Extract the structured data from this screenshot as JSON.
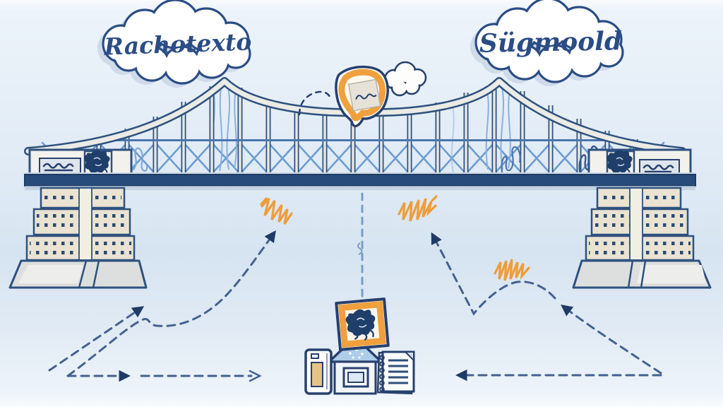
{
  "illustration": {
    "description": "Hand-drawn whiteboard-style illustration of a steel truss bridge with two labeled thought clouds, orange spark scribbles, dashed arrows and small building icons",
    "cloud_labels": [
      {
        "id": "left",
        "label": "Rachotexto"
      },
      {
        "id": "right",
        "label": "Sügmoold"
      }
    ],
    "colors": {
      "background": "#e2ecf7",
      "ink_navy": "#27496f",
      "truss_light_blue": "#6598cf",
      "deck_navy": "#274c7c",
      "pier_beige": "#eae3d2",
      "accent_orange": "#f09c38",
      "arrow_blue": "#44618f",
      "cloud_text": "#2b4d85"
    },
    "icons": [
      "chat-pin-icon",
      "small-cloud-icon",
      "dashed-cloud-icon",
      "lion-emblem-left",
      "lion-emblem-right",
      "badge-crest-icon",
      "phone-icon",
      "house-icon",
      "notebook-icon"
    ],
    "sparks_count": 3,
    "arrows": [
      "diagonal-up-right",
      "curve-to-left-spark",
      "horizontal-left-to-center",
      "horizontal-right-to-center",
      "curve-up-right-side",
      "wave-to-middle-spark",
      "center-dashed-drop-line"
    ]
  }
}
